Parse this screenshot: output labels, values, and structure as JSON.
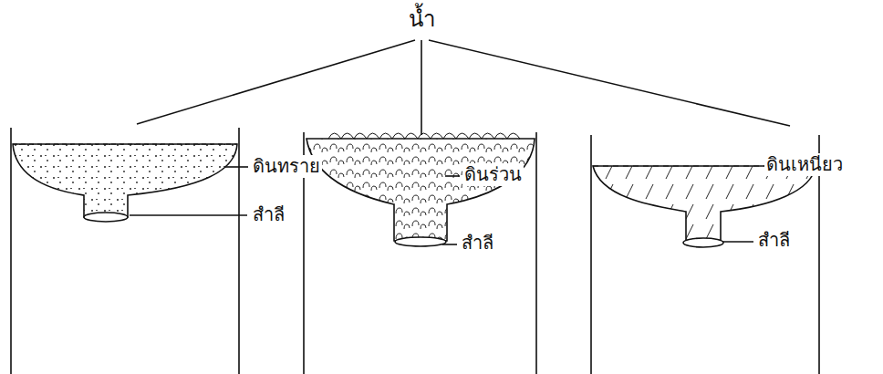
{
  "diagram": {
    "labels": [
      "น้ำ",
      "ดินทราย",
      "สำลี",
      "ดินร่วน",
      "สำลี",
      "ดินเหนียว",
      "สำลี"
    ]
  }
}
